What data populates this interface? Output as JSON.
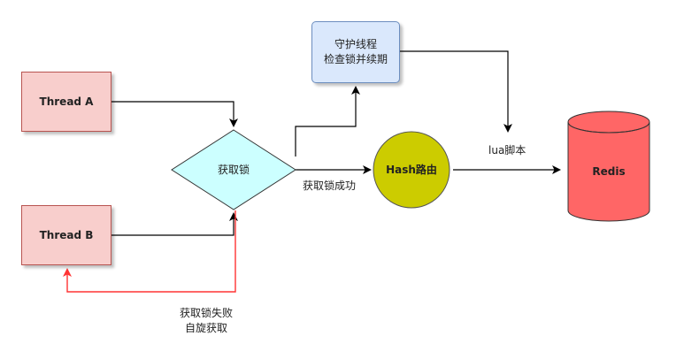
{
  "nodes": {
    "thread_a": "Thread A",
    "thread_b": "Thread B",
    "acquire_lock": "获取锁",
    "daemon_line1": "守护线程",
    "daemon_line2": "检查锁并续期",
    "hash_route": "Hash路由",
    "redis": "Redis"
  },
  "edge_labels": {
    "acquire_success": "获取锁成功",
    "lua_script": "lua脚本",
    "fail_line1": "获取锁失败",
    "fail_line2": "自旋获取"
  },
  "colors": {
    "thread_fill": "#f8cecc",
    "diamond_fill": "#ccffff",
    "daemon_fill": "#dae8fc",
    "hash_fill": "#cccc00",
    "redis_fill": "#ff6666",
    "fail_edge": "#ff3333"
  }
}
